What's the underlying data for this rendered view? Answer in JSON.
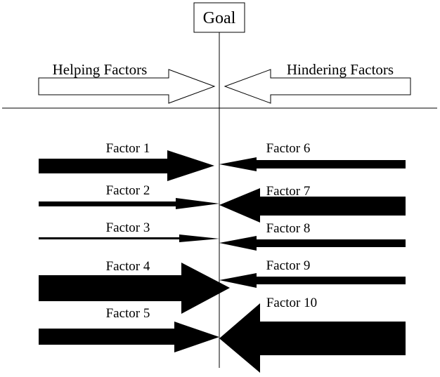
{
  "goal": {
    "label": "Goal"
  },
  "headers": {
    "left": "Helping Factors",
    "right": "Hindering Factors"
  },
  "helping_factors": [
    {
      "label": "Factor 1",
      "strength": 3
    },
    {
      "label": "Factor 2",
      "strength": 1
    },
    {
      "label": "Factor 3",
      "strength": 0.5
    },
    {
      "label": "Factor 4",
      "strength": 5
    },
    {
      "label": "Factor 5",
      "strength": 3.5
    }
  ],
  "hindering_factors": [
    {
      "label": "Factor 6",
      "strength": 1.5
    },
    {
      "label": "Factor 7",
      "strength": 3
    },
    {
      "label": "Factor 8",
      "strength": 1.5
    },
    {
      "label": "Factor 9",
      "strength": 1.5
    },
    {
      "label": "Factor 10",
      "strength": 6
    }
  ]
}
